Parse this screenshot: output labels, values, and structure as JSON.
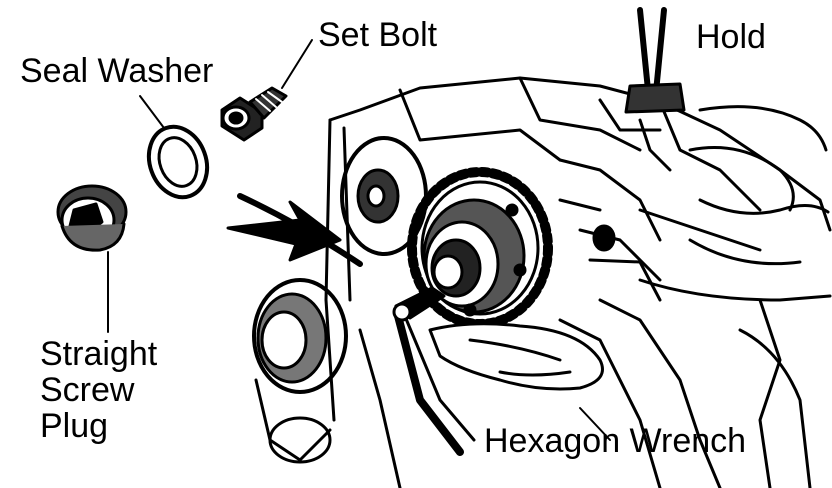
{
  "labels": {
    "set_bolt": "Set Bolt",
    "hold": "Hold",
    "seal_washer": "Seal Washer",
    "straight_screw_plug_line1": "Straight",
    "straight_screw_plug_line2": "Screw",
    "straight_screw_plug_line3": "Plug",
    "hexagon_wrench": "Hexagon Wrench"
  },
  "colors": {
    "ink": "#000000",
    "paper": "#ffffff",
    "shade": "#6b6b6b"
  }
}
